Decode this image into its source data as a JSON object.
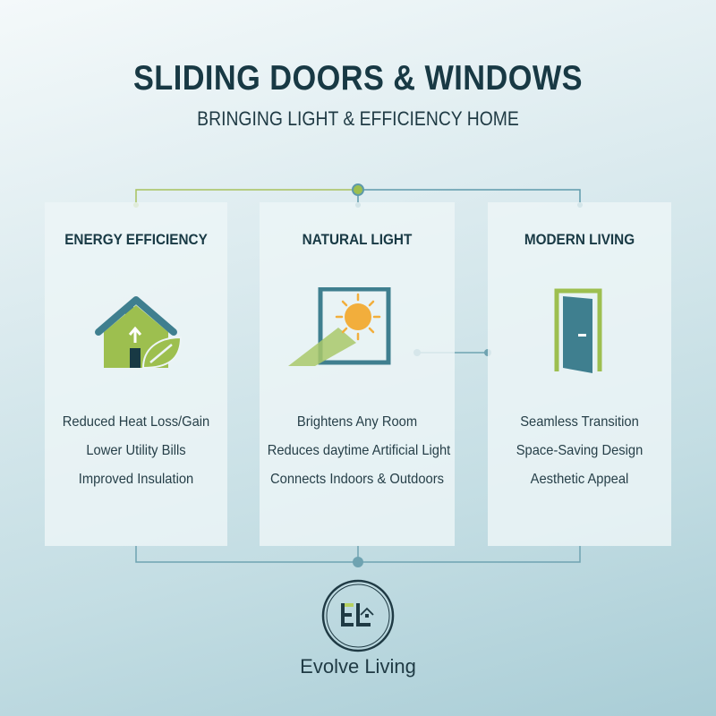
{
  "header": {
    "title": "SLIDING DOORS & WINDOWS",
    "subtitle": "BRINGING LIGHT & EFFICIENCY HOME"
  },
  "cards": [
    {
      "title": "ENERGY EFFICIENCY",
      "icon": "house-leaf-icon",
      "features": [
        "Reduced Heat Loss/Gain",
        "Lower Utility Bills",
        "Improved Insulation"
      ]
    },
    {
      "title": "NATURAL LIGHT",
      "icon": "window-sun-icon",
      "features": [
        "Brightens Any Room",
        "Reduces daytime Artificial Light",
        "Connects Indoors & Outdoors"
      ]
    },
    {
      "title": "MODERN LIVING",
      "icon": "open-door-icon",
      "features": [
        "Seamless Transition",
        "Space-Saving Design",
        "Aesthetic Appeal"
      ]
    }
  ],
  "brand": {
    "name": "Evolve Living",
    "monogram": "EL",
    "icon": "house-icon"
  },
  "colors": {
    "dark_teal": "#183944",
    "teal": "#3f7f8f",
    "green": "#9dbf4f",
    "sun": "#f2ae3c",
    "connector": "#6fa3b1"
  }
}
